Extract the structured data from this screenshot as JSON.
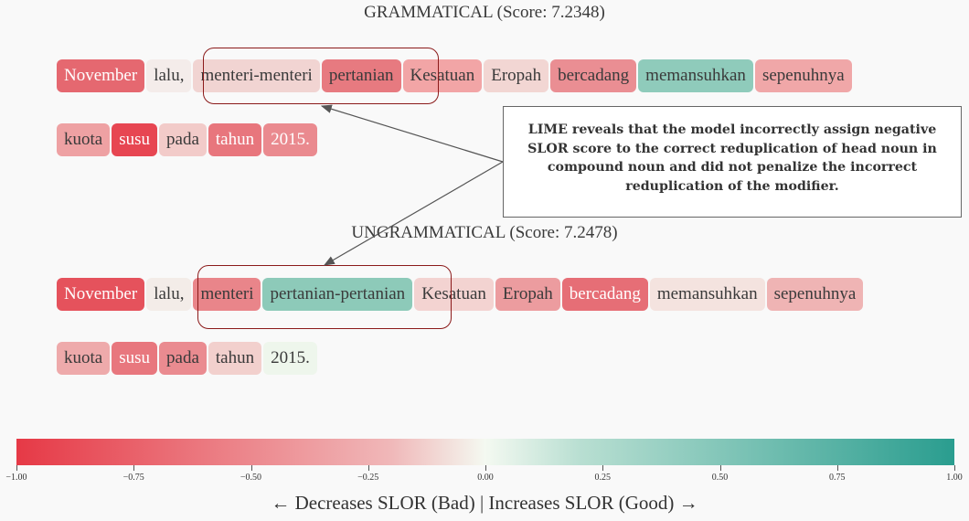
{
  "grammatical": {
    "title": "GRAMMATICAL (Score: 7.2348)",
    "row1": [
      {
        "text": "November",
        "color": "#e56870",
        "light": true
      },
      {
        "text": "lalu,",
        "color": "#f4ecea",
        "light": false
      },
      {
        "text": "menteri-menteri",
        "color": "#f1d4d2",
        "light": false
      },
      {
        "text": "pertanian",
        "color": "#e77a80",
        "light": false
      },
      {
        "text": "Kesatuan",
        "color": "#f2a5a6",
        "light": false
      },
      {
        "text": "Eropah",
        "color": "#f2d6d3",
        "light": false
      },
      {
        "text": "bercadang",
        "color": "#ea8e93",
        "light": false
      },
      {
        "text": "memansuhkan",
        "color": "#8fcbbb",
        "light": false
      },
      {
        "text": "sepenuhnya",
        "color": "#f0a7a8",
        "light": false
      }
    ],
    "row2": [
      {
        "text": "kuota",
        "color": "#eea1a3",
        "light": false
      },
      {
        "text": "susu",
        "color": "#e74652",
        "light": true
      },
      {
        "text": "pada",
        "color": "#f2cbc9",
        "light": false
      },
      {
        "text": "tahun",
        "color": "#e8767d",
        "light": true
      },
      {
        "text": "2015.",
        "color": "#ea8a8f",
        "light": true
      }
    ]
  },
  "ungrammatical": {
    "title": "UNGRAMMATICAL (Score: 7.2478)",
    "row1": [
      {
        "text": "November",
        "color": "#e5525c",
        "light": true
      },
      {
        "text": "lalu,",
        "color": "#f3ece8",
        "light": false
      },
      {
        "text": "menteri",
        "color": "#e9858a",
        "light": false
      },
      {
        "text": "pertanian-pertanian",
        "color": "#8dcab9",
        "light": false
      },
      {
        "text": "Kesatuan",
        "color": "#f3d3d1",
        "light": false
      },
      {
        "text": "Eropah",
        "color": "#ec9c9f",
        "light": false
      },
      {
        "text": "bercadang",
        "color": "#e66e76",
        "light": true
      },
      {
        "text": "memansuhkan",
        "color": "#f4e3df",
        "light": false
      },
      {
        "text": "sepenuhnya",
        "color": "#efb4b4",
        "light": false
      }
    ],
    "row2": [
      {
        "text": "kuota",
        "color": "#eeaaab",
        "light": false
      },
      {
        "text": "susu",
        "color": "#e8777e",
        "light": true
      },
      {
        "text": "pada",
        "color": "#ea8b90",
        "light": false
      },
      {
        "text": "tahun",
        "color": "#f2d0cd",
        "light": false
      },
      {
        "text": "2015.",
        "color": "#eef6ec",
        "light": false
      }
    ]
  },
  "callout": {
    "text": "LIME reveals that the model incorrectly assign negative SLOR score to the correct reduplication  of head noun in compound noun and did not penalize the incorrect reduplication  of the modifier."
  },
  "colorbar": {
    "ticks": [
      "−1.00",
      "−0.75",
      "−0.50",
      "−0.25",
      "0.00",
      "0.25",
      "0.50",
      "0.75",
      "1.00"
    ],
    "range": [
      -1,
      1
    ],
    "colors": {
      "negative": "#e63946",
      "neutral": "#f4f9f1",
      "positive": "#2a9d8f"
    },
    "caption": "← Decreases SLOR (Bad)   |   Increases SLOR (Good) →"
  }
}
